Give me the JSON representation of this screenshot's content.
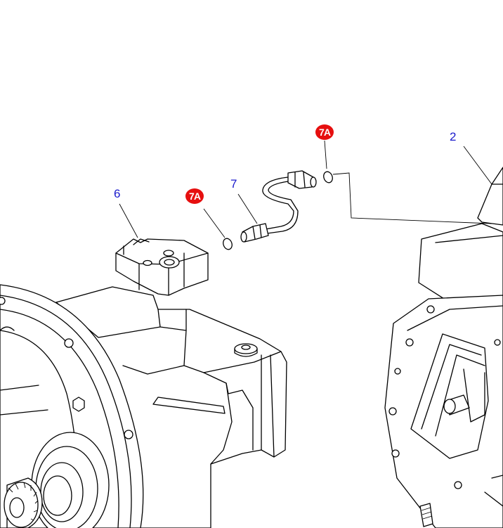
{
  "callouts": {
    "part_2": "2",
    "part_6": "6",
    "part_7": "7",
    "part_7a_upper": "7A",
    "part_7a_lower": "7A"
  },
  "colors": {
    "callout_text": "#1a1acc",
    "badge_fill": "#e60f0f",
    "line": "#000000",
    "background": "#ffffff"
  }
}
